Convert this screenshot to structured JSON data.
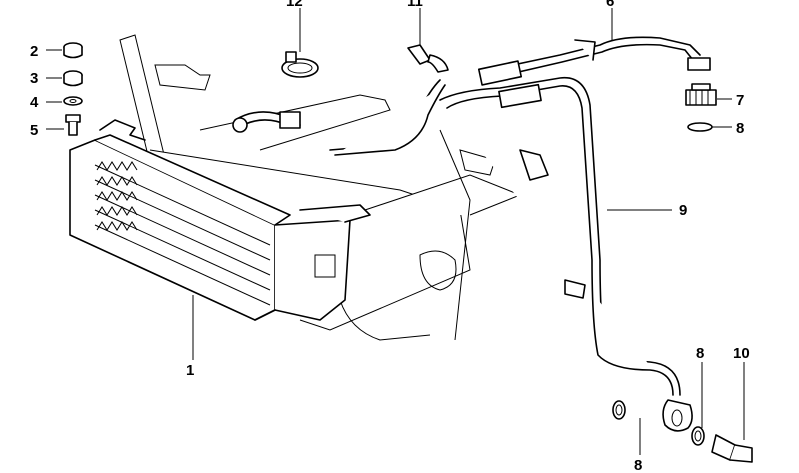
{
  "diagram": {
    "callouts": {
      "c1": "1",
      "c2": "2",
      "c3": "3",
      "c4": "4",
      "c5": "5",
      "c6": "6",
      "c7": "7",
      "c8a": "8",
      "c8b": "8",
      "c8c": "8",
      "c9": "9",
      "c10": "10",
      "c11": "11",
      "c12": "12"
    }
  }
}
